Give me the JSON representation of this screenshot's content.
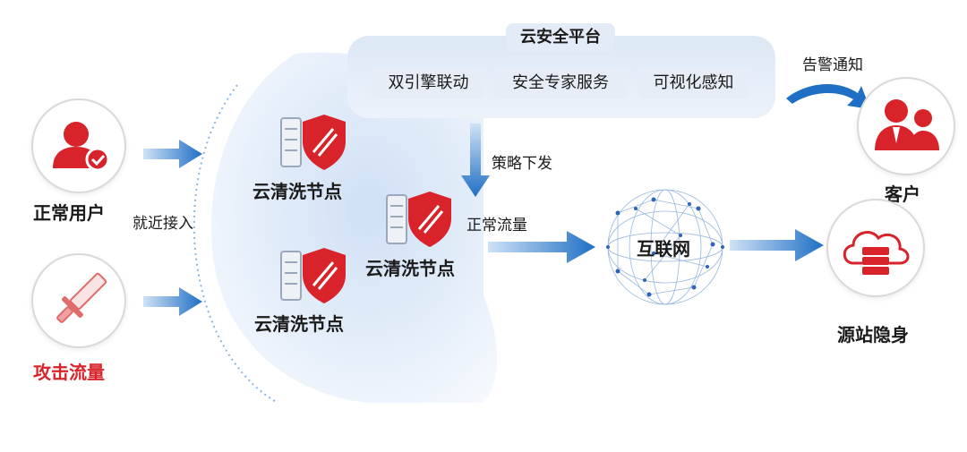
{
  "users": {
    "normal_user_label": "正常用户",
    "attack_traffic_label": "攻击流量",
    "nearby_access_label": "就近接入"
  },
  "platform": {
    "title": "云安全平台",
    "services": [
      "双引擎联动",
      "安全专家服务",
      "可视化感知"
    ]
  },
  "nodes": {
    "node1_label": "云清洗节点",
    "node2_label": "云清洗节点",
    "node3_label": "云清洗节点"
  },
  "flows": {
    "policy_label": "策略下发",
    "normal_traffic_label": "正常流量",
    "alert_label": "告警通知"
  },
  "internet": {
    "label": "互联网"
  },
  "customer": {
    "label": "客户"
  },
  "origin": {
    "label": "源站隐身"
  },
  "colors": {
    "accent_red": "#d8232a",
    "arrow_blue": "#1f6fc5"
  }
}
